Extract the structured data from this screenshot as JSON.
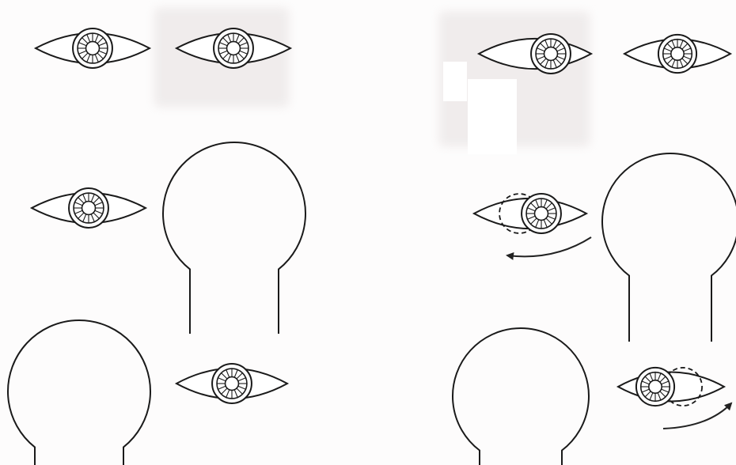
{
  "figure": {
    "background_color": "#ffffff",
    "stroke_color": "#1a1a1a",
    "arrow_color": "#222222",
    "left_panel": {
      "eyes": [
        "eye-neutral",
        "eye-neutral",
        "eye-neutral",
        "eye-neutral"
      ],
      "heads": [
        "keyhole-head-outline",
        "keyhole-head-outline"
      ]
    },
    "right_panel": {
      "eyes": [
        "eye-neutral",
        "eye-neutral",
        "eye-looking-right-with-ghost-left",
        "eye-looking-left-with-ghost-right"
      ],
      "heads": [
        "keyhole-head-outline",
        "keyhole-head-outline"
      ],
      "arrows": [
        "curved-arrow-left",
        "curved-arrow-up-right"
      ]
    }
  }
}
